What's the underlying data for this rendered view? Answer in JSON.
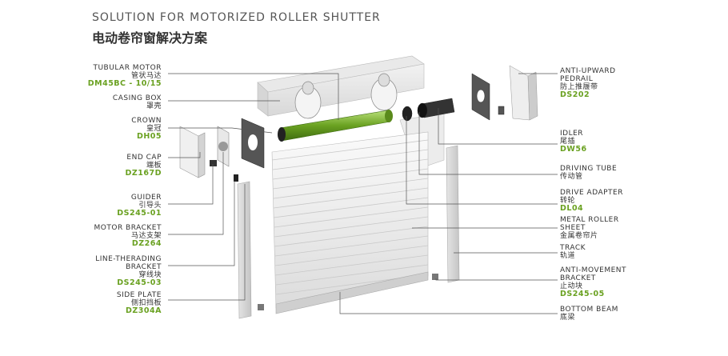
{
  "title_en": "SOLUTION FOR MOTORIZED ROLLER SHUTTER",
  "title_zh": "电动卷帘窗解决方案",
  "left_labels": [
    {
      "id": "tubular-motor",
      "en": "TUBULAR MOTOR",
      "zh": "管状马达",
      "code": "DM45BC - 10/15"
    },
    {
      "id": "casing-box",
      "en": "CASING BOX",
      "zh": "罩壳",
      "code": ""
    },
    {
      "id": "crown",
      "en": "CROWN",
      "zh": "皇冠",
      "code": "DH05"
    },
    {
      "id": "end-cap",
      "en": "END CAP",
      "zh": "端板",
      "code": "DZ167D"
    },
    {
      "id": "guider",
      "en": "GUIDER",
      "zh": "引导头",
      "code": "DS245-01"
    },
    {
      "id": "motor-bracket",
      "en": "MOTOR BRACKET",
      "zh": "马达支架",
      "code": "DZ264"
    },
    {
      "id": "line-therading-bracket",
      "en": "LINE-THERADING BRACKET",
      "zh": "穿线块",
      "code": "DS245-03"
    },
    {
      "id": "side-plate",
      "en": "SIDE PLATE",
      "zh": "侧扣挡板",
      "code": "DZ304A"
    }
  ],
  "right_labels": [
    {
      "id": "anti-upward-pedrail",
      "en": "ANTI-UPWARD PEDRAIL",
      "zh": "防上推履带",
      "code": "DS202"
    },
    {
      "id": "idler",
      "en": "IDLER",
      "zh": "尾插",
      "code": "DW56"
    },
    {
      "id": "driving-tube",
      "en": "DRIVING TUBE",
      "zh": "传动管",
      "code": ""
    },
    {
      "id": "drive-adapter",
      "en": "DRIVE ADAPTER",
      "zh": "转轮",
      "code": "DL04"
    },
    {
      "id": "metal-roller-sheet",
      "en": "METAL ROLLER SHEET",
      "zh": "金属卷帘片",
      "code": ""
    },
    {
      "id": "track",
      "en": "TRACK",
      "zh": "轨道",
      "code": ""
    },
    {
      "id": "anti-movement-bracket",
      "en": "ANTI-MOVEMENT BRACKET",
      "zh": "止动块",
      "code": "DS245-05"
    },
    {
      "id": "bottom-beam",
      "en": "BOTTOM BEAM",
      "zh": "底梁",
      "code": ""
    }
  ]
}
